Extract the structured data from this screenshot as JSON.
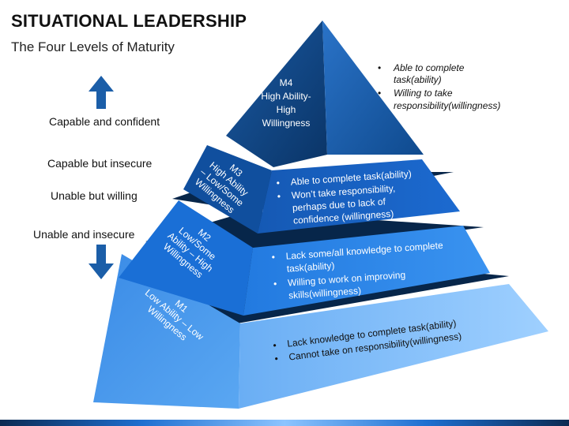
{
  "title": "SITUATIONAL LEADERSHIP",
  "subtitle": "The Four Levels of Maturity",
  "left_labels": {
    "capable_confident": "Capable and confident",
    "capable_insecure": "Capable but insecure",
    "unable_willing": "Unable but willing",
    "unable_insecure": "Unable and insecure"
  },
  "arrows": {
    "up": "arrow-up-icon",
    "down": "arrow-down-icon"
  },
  "levels": {
    "m4": {
      "code": "M4",
      "line1": "High Ability-",
      "line2": "High",
      "line3": "Willingness",
      "bullets": [
        "Able to complete",
        "task(ability)",
        "Willing to take",
        "responsibility(willingness)"
      ]
    },
    "m3": {
      "code": "M3",
      "line1": "High Ability",
      "line2": "– Low/Some",
      "line3": "Willingness",
      "bullets": [
        "Able to complete task(ability)",
        "Won’t take responsibility,",
        "perhaps due to lack of",
        "confidence (willingness)"
      ]
    },
    "m2": {
      "code": "M2",
      "line1": "Low/Some",
      "line2": "Ability – High",
      "line3": "Willingness",
      "bullets": [
        "Lack some/all knowledge to complete",
        "task(ability)",
        "Willing to work on improving",
        "skills(willingness)"
      ]
    },
    "m1": {
      "code": "M1",
      "line1": "Low Ability – Low",
      "line2": "Willingness",
      "bullets": [
        "Lack knowledge to complete task(ability)",
        "Cannot take on responsibility(willingness)"
      ]
    }
  },
  "colors": {
    "m4_face": "#0b3a6e",
    "m4_side": "#1759a8",
    "m3_face": "#0f4d98",
    "m3_side": "#1a63c2",
    "m2_face": "#1c6fd4",
    "m2_side": "#2f86e6",
    "m1_face": "#3d8fe8",
    "m1_side": "#86c2fa",
    "gap": "#07264a",
    "arrow": "#1b5ea8"
  }
}
